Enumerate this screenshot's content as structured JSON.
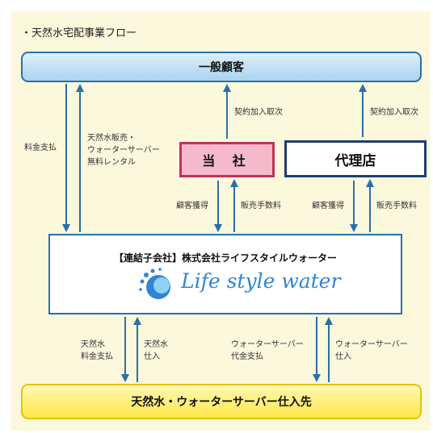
{
  "title": "・天然水宅配事業フロー",
  "customers": "一般顧客",
  "company": "当 社",
  "agency": "代理店",
  "subsidiary": {
    "label": "【連結子会社】株式会社ライフスタイルウォーター",
    "logo_text": "Life style water"
  },
  "supplier": "天然水・ウォーターサーバー仕入先",
  "labels": {
    "fee_payment": "料金支払",
    "water_sales": "天然水販売・",
    "server_rental_1": "ウォーターサーバー",
    "server_rental_2": "無料レンタル",
    "contract_company": "契約加入取次",
    "contract_agency": "契約加入取次",
    "acquire_company": "顧客獲得",
    "commission_company": "販売手数料",
    "acquire_agency": "顧客獲得",
    "commission_agency": "販売手数料",
    "water_fee_1": "天然水",
    "water_fee_2": "料金支払",
    "water_purchase_1": "天然水",
    "water_purchase_2": "仕入",
    "server_fee_1": "ウォーターサーバー",
    "server_fee_2": "代金支払",
    "server_purchase_1": "ウォーターサーバー",
    "server_purchase_2": "仕入"
  },
  "colors": {
    "panel": "#fbf8dc",
    "arrow": "#2a6fa8",
    "customer_fill": "#a9d3f1",
    "company_fill": "#f5b9cc",
    "company_border": "#c0315d",
    "agency_border": "#1c3f6e",
    "supplier_fill": "#ffe84a"
  }
}
